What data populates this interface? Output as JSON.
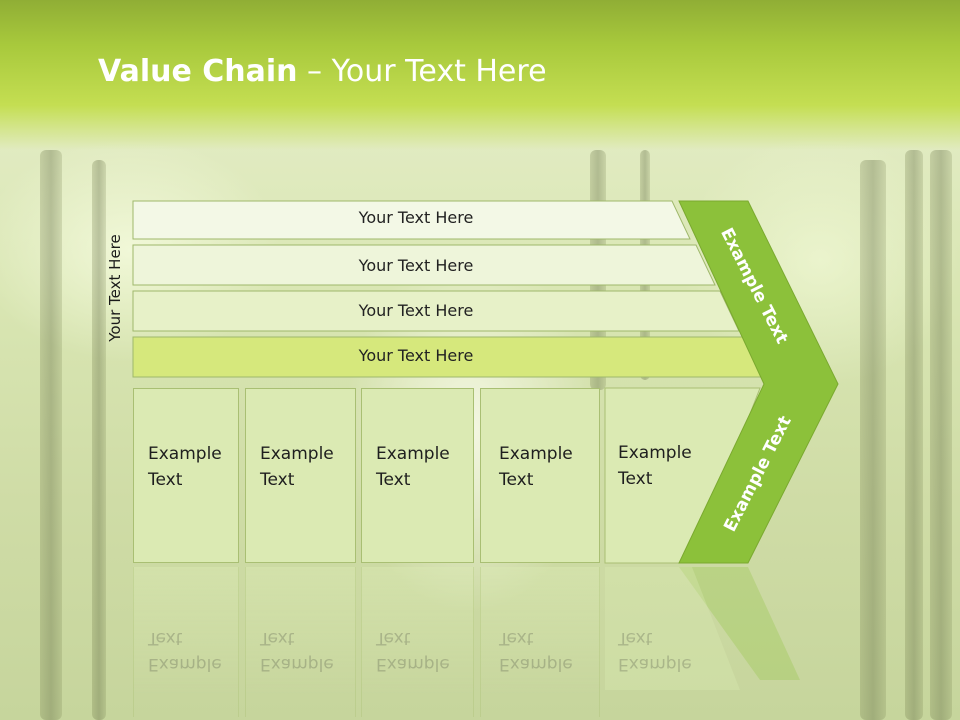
{
  "title": {
    "bold": "Value Chain",
    "rest": " – Your Text Here"
  },
  "side_label": "Your Text Here",
  "bars": [
    {
      "label": "Your Text Here"
    },
    {
      "label": "Your Text Here"
    },
    {
      "label": "Your Text Here"
    },
    {
      "label": "Your Text Here"
    }
  ],
  "boxes": [
    {
      "line1": "Example",
      "line2": "Text"
    },
    {
      "line1": "Example",
      "line2": "Text"
    },
    {
      "line1": "Example",
      "line2": "Text"
    },
    {
      "line1": "Example",
      "line2": "Text"
    },
    {
      "line1": "Example",
      "line2": "Text"
    }
  ],
  "chevron_top_label": "Example Text",
  "chevron_bottom_label": "Example Text",
  "colors": {
    "title_band": "#a8c93c",
    "chevron": "#8cc13a",
    "bar_light": "#f3f8e6",
    "bar_mid": "#e9f3cf",
    "bar_strong": "#d5e77b",
    "box_fill": "#dbeab3"
  }
}
